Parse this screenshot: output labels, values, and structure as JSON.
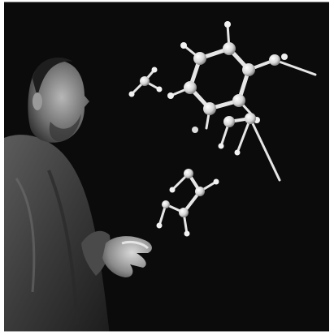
{
  "image": {
    "kind": "photograph",
    "style": "black-and-white",
    "subjects": [
      "person",
      "ball-and-stick-molecular-model"
    ]
  },
  "palette": {
    "background": "#0b0b0b",
    "border": "#ffffff",
    "highlight": "#e9e9e9",
    "skin": "#8d8d8d",
    "shirt": "#555555"
  }
}
